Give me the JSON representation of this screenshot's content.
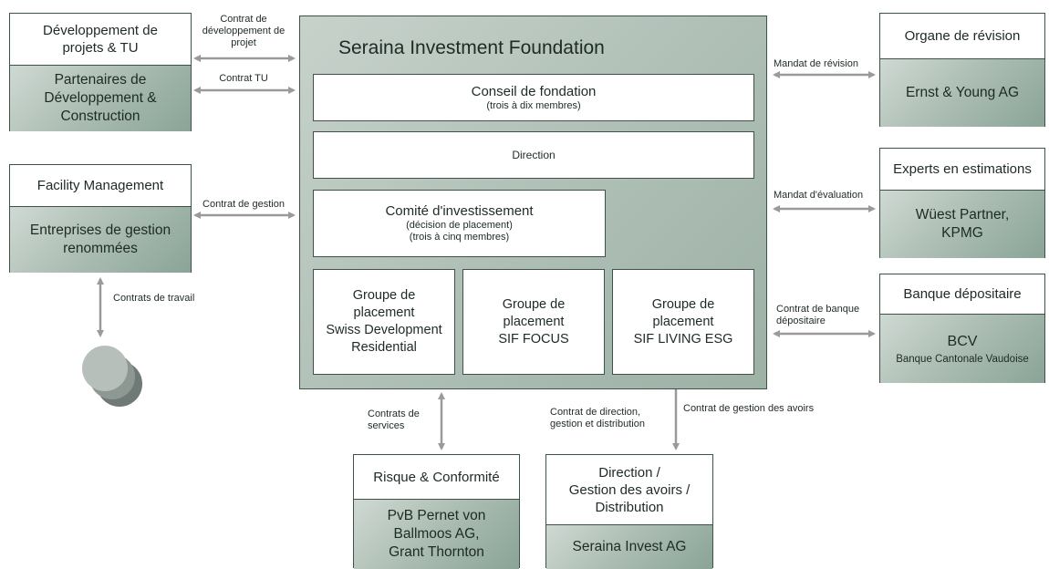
{
  "foundation": {
    "title": "Seraina Investment Foundation",
    "board": {
      "title": "Conseil de fondation",
      "sub": "(trois à dix membres)"
    },
    "direction": "Direction",
    "committee": {
      "title": "Comité d'investissement",
      "sub1": "(décision de placement)",
      "sub2": "(trois à cinq membres)"
    },
    "groups": [
      {
        "l1": "Groupe de",
        "l2": "placement",
        "l3": "Swiss Development",
        "l4": "Residential"
      },
      {
        "l1": "Groupe de",
        "l2": "placement",
        "l3": "SIF FOCUS"
      },
      {
        "l1": "Groupe de",
        "l2": "placement",
        "l3": "SIF LIVING ESG"
      }
    ]
  },
  "left": {
    "dev": {
      "head1": "Développement de",
      "head2": "projets & TU",
      "body1": "Partenaires de",
      "body2": "Développement &",
      "body3": "Construction"
    },
    "fm": {
      "head": "Facility Management",
      "body1": "Entreprises de gestion",
      "body2": "renommées"
    }
  },
  "right": {
    "audit": {
      "head": "Organe de révision",
      "body": "Ernst & Young AG"
    },
    "experts": {
      "head": "Experts en estimations",
      "body1": "Wüest Partner,",
      "body2": "KPMG"
    },
    "bank": {
      "head": "Banque dépositaire",
      "body1": "BCV",
      "body2": "Banque Cantonale Vaudoise"
    }
  },
  "bottom": {
    "risk": {
      "head": "Risque & Conformité",
      "body1": "PvB Pernet von",
      "body2": "Ballmoos AG,",
      "body3": "Grant Thornton"
    },
    "mgmt": {
      "head1": "Direction /",
      "head2": "Gestion des avoirs /",
      "head3": "Distribution",
      "body": "Seraina Invest AG"
    }
  },
  "labels": {
    "dev_contract1": "Contrat de",
    "dev_contract2": "développement de",
    "dev_contract3": "projet",
    "tu_contract": "Contrat TU",
    "mgmt_contract": "Contrat de gestion",
    "work_contracts": "Contrats de travail",
    "audit_mandate": "Mandat de révision",
    "eval_mandate": "Mandat d'évaluation",
    "bank_contract1": "Contrat de banque",
    "bank_contract2": "dépositaire",
    "services1": "Contrats de",
    "services2": "services",
    "direction_contract1": "Contrat de direction,",
    "direction_contract2": "gestion et distribution",
    "asset_contract": "Contrat de gestion des avoirs"
  },
  "colors": {
    "arrow": "#9a9a9a",
    "border": "#3d5349",
    "fill_dark": "#8aa497",
    "fill_light": "#cfd9d3"
  }
}
